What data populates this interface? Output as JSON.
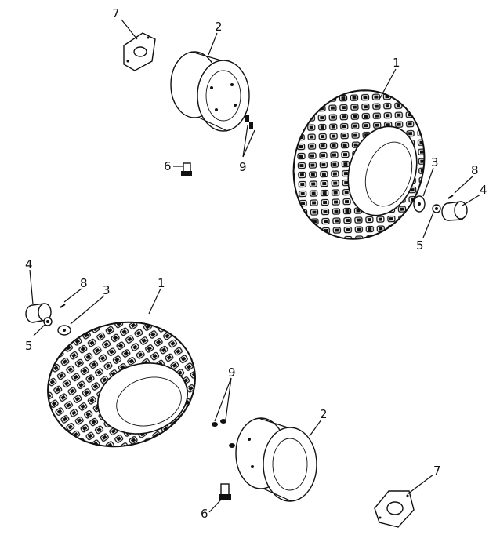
{
  "callouts": {
    "upper": {
      "flange": "7",
      "rim": "2",
      "tire": "1",
      "valve_stem": "6",
      "bolts": "9",
      "washer": "3",
      "pin": "8",
      "bushing": "4",
      "fitting": "5"
    },
    "lower": {
      "bushing": "4",
      "pin": "8",
      "washer": "3",
      "fitting": "5",
      "tire": "1",
      "bolts": "9",
      "rim": "2",
      "valve_stem": "6",
      "flange": "7"
    }
  },
  "colors": {
    "ink": "#111111",
    "paper": "#ffffff"
  }
}
